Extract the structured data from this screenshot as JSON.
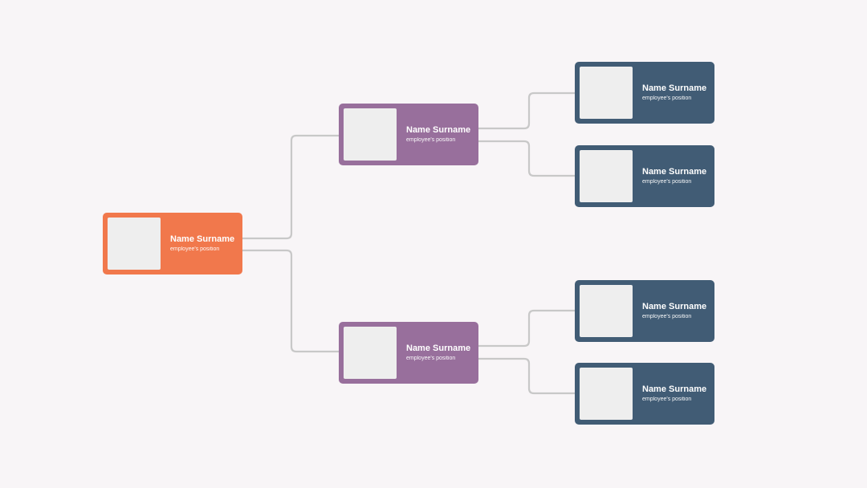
{
  "colors": {
    "background": "#f8f5f7",
    "connector": "#c8c8c8",
    "level_1": "#f1784c",
    "level_2": "#986f9c",
    "level_3": "#415c75",
    "photo_placeholder": "#eeeeee"
  },
  "org_chart": {
    "root": {
      "name": "Name Surname",
      "position": "employee's position"
    },
    "managers": [
      {
        "name": "Name Surname",
        "position": "employee's position",
        "reports": [
          {
            "name": "Name Surname",
            "position": "employee's position"
          },
          {
            "name": "Name Surname",
            "position": "employee's position"
          }
        ]
      },
      {
        "name": "Name Surname",
        "position": "employee's position",
        "reports": [
          {
            "name": "Name Surname",
            "position": "employee's position"
          },
          {
            "name": "Name Surname",
            "position": "employee's position"
          }
        ]
      }
    ]
  }
}
